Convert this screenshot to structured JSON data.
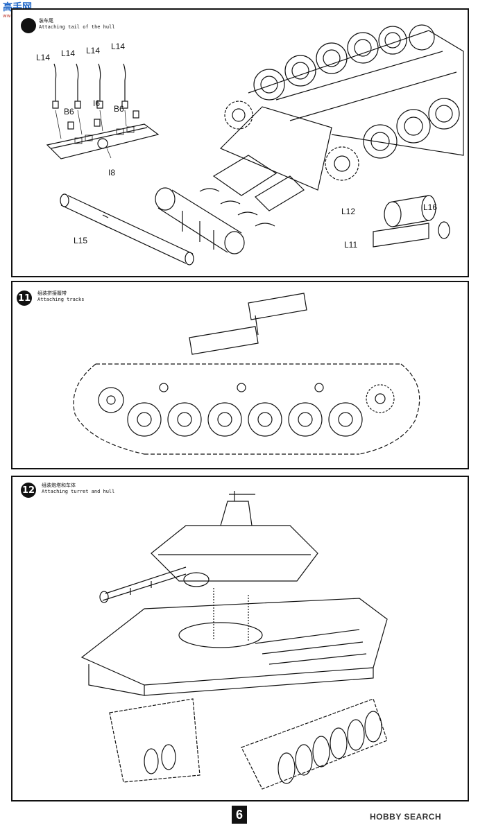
{
  "watermark": {
    "site_zh": "高手网",
    "site_url": "www.gaoshou.com"
  },
  "steps": [
    {
      "number": "",
      "title_zh": "装车尾",
      "title_en": "Attaching tail of the hull",
      "labels": [
        "L14",
        "L14",
        "L14",
        "L14",
        "B6",
        "I6",
        "B6",
        "I8",
        "L15",
        "L12",
        "L16",
        "L11"
      ]
    },
    {
      "number": "11",
      "title_zh": "组装拼接履带",
      "title_en": "Attaching tracks"
    },
    {
      "number": "12",
      "title_zh": "组装炮塔和车体",
      "title_en": "Attaching turret and hull"
    }
  ],
  "footer": {
    "page_number": "6",
    "brand": "HOBBY SEARCH"
  }
}
